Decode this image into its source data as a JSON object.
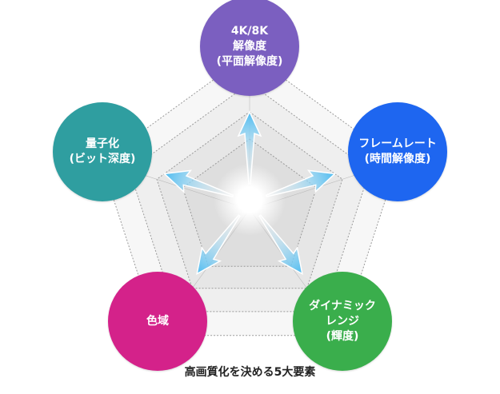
{
  "nodes": [
    {
      "id": "resolution",
      "lines": [
        "4K/8K",
        "解像度",
        "(平面解像度)"
      ],
      "color": "#7b5fc0"
    },
    {
      "id": "framerate",
      "lines": [
        "フレームレート",
        "(時間解像度)"
      ],
      "color": "#1e66f0"
    },
    {
      "id": "dynamic-range",
      "lines": [
        "ダイナミック",
        "レンジ",
        "(輝度)"
      ],
      "color": "#3aae4c"
    },
    {
      "id": "color-gamut",
      "lines": [
        "色域"
      ],
      "color": "#d4228a"
    },
    {
      "id": "quantization",
      "lines": [
        "量子化",
        "(ビット深度)"
      ],
      "color": "#2f9ea0"
    }
  ],
  "caption": "高画質化を決める5大要素",
  "colors": {
    "arrow": "#5cc4f0",
    "arrow_light": "#d8f2ff"
  }
}
